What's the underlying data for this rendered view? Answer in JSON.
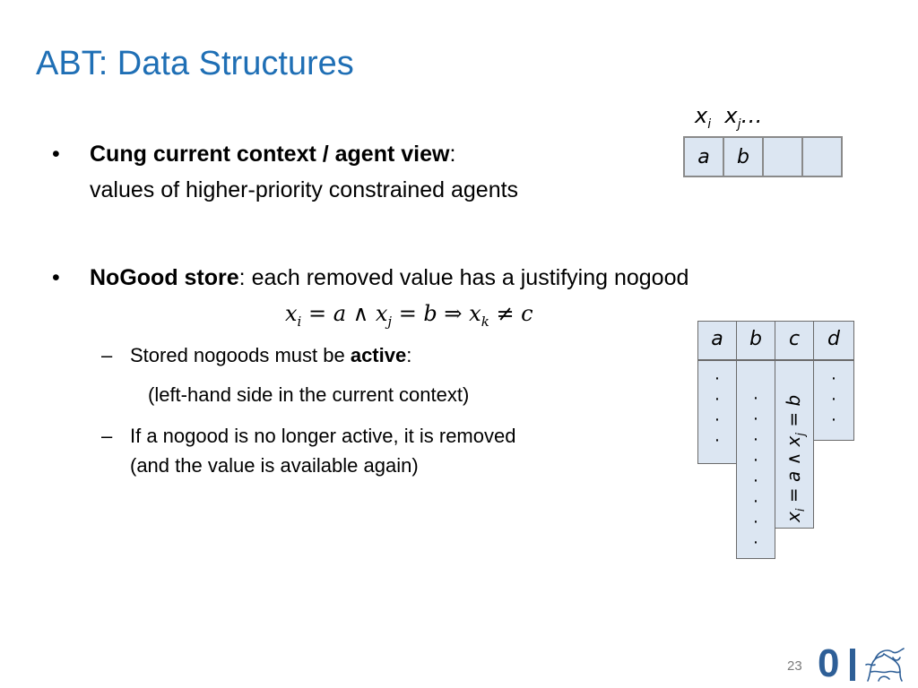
{
  "slide": {
    "title": "ABT: Data Structures",
    "page_number": "23"
  },
  "bullets": [
    {
      "bold": "Cung current context / agent view",
      "rest": ":",
      "line2": "values of higher-priority constrained agents"
    },
    {
      "bold": "NoGood store",
      "rest": ": each removed value has a justifying nogood"
    }
  ],
  "formula": {
    "xi": "x",
    "i": "i",
    "eq1": " = a ∧ ",
    "xj": "x",
    "j": "j",
    "eq2": " = b ⇒ ",
    "xk": "x",
    "k": "k",
    "neq": " ≠ c"
  },
  "subbullets": [
    {
      "text": "Stored nogoods must be ",
      "bold": "active",
      "tail": ":",
      "line2": "(left-hand side in the current context)"
    },
    {
      "text": "If a nogood is no longer active, it is removed",
      "line2": "(and the value is available again)"
    }
  ],
  "context_view": {
    "label_i": "x",
    "sub_i": "i",
    "label_j": "x",
    "sub_j": "j",
    "ellipsis": "…",
    "cells": [
      "a",
      "b",
      "",
      ""
    ]
  },
  "nogood_table": {
    "headers": [
      "a",
      "b",
      "c",
      "d"
    ],
    "col_c_label": {
      "xi": "x",
      "i": "i",
      "mid": " = a ∧ ",
      "xj": "x",
      "j": "j",
      "end": " = b"
    },
    "dot": "·"
  },
  "logo": {
    "text": "0",
    "icon": "lion-icon"
  }
}
